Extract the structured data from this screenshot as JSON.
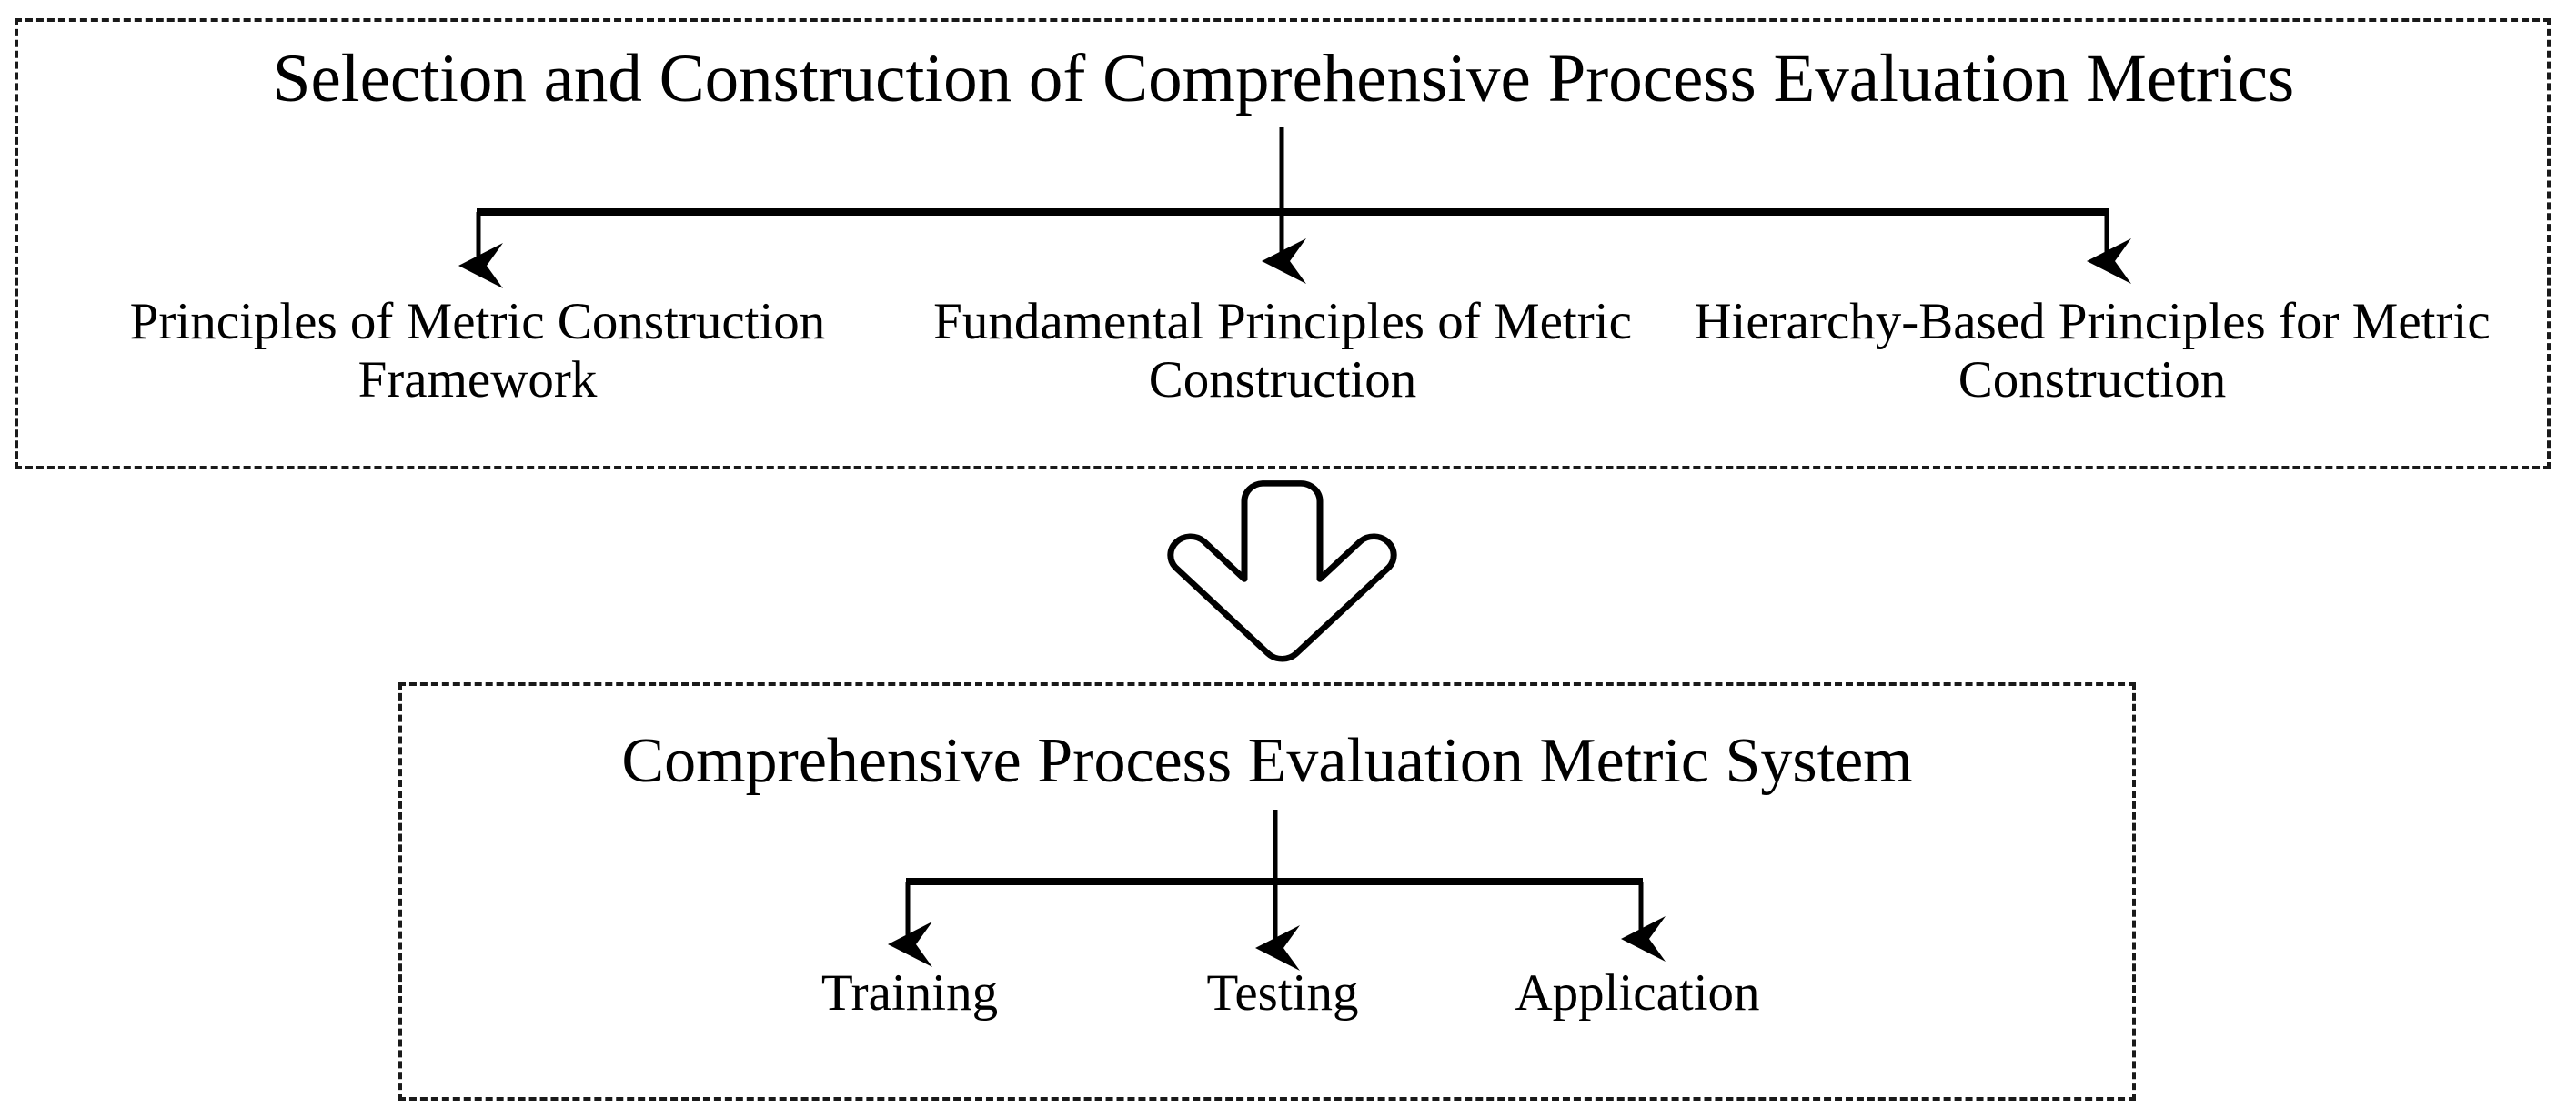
{
  "figure": {
    "type": "flow-diagram",
    "orientation": "vertical",
    "background_color": "#ffffff",
    "line_color": "#000000",
    "text_color": "#000000"
  },
  "top_group": {
    "border_style": "dashed",
    "title": "Selection and Construction of Comprehensive Process Evaluation Metrics",
    "children": [
      {
        "label": "Principles of Metric Construction Framework"
      },
      {
        "label": "Fundamental Principles of Metric Construction"
      },
      {
        "label": "Hierarchy-Based Principles for Metric Construction"
      }
    ]
  },
  "transition": {
    "icon": "hollow-down-arrow-icon",
    "glyph": "⇩",
    "direction": "down"
  },
  "bottom_group": {
    "border_style": "dashed",
    "title": "Comprehensive Process Evaluation Metric System",
    "children": [
      {
        "label": "Training"
      },
      {
        "label": "Testing"
      },
      {
        "label": "Application"
      }
    ]
  }
}
